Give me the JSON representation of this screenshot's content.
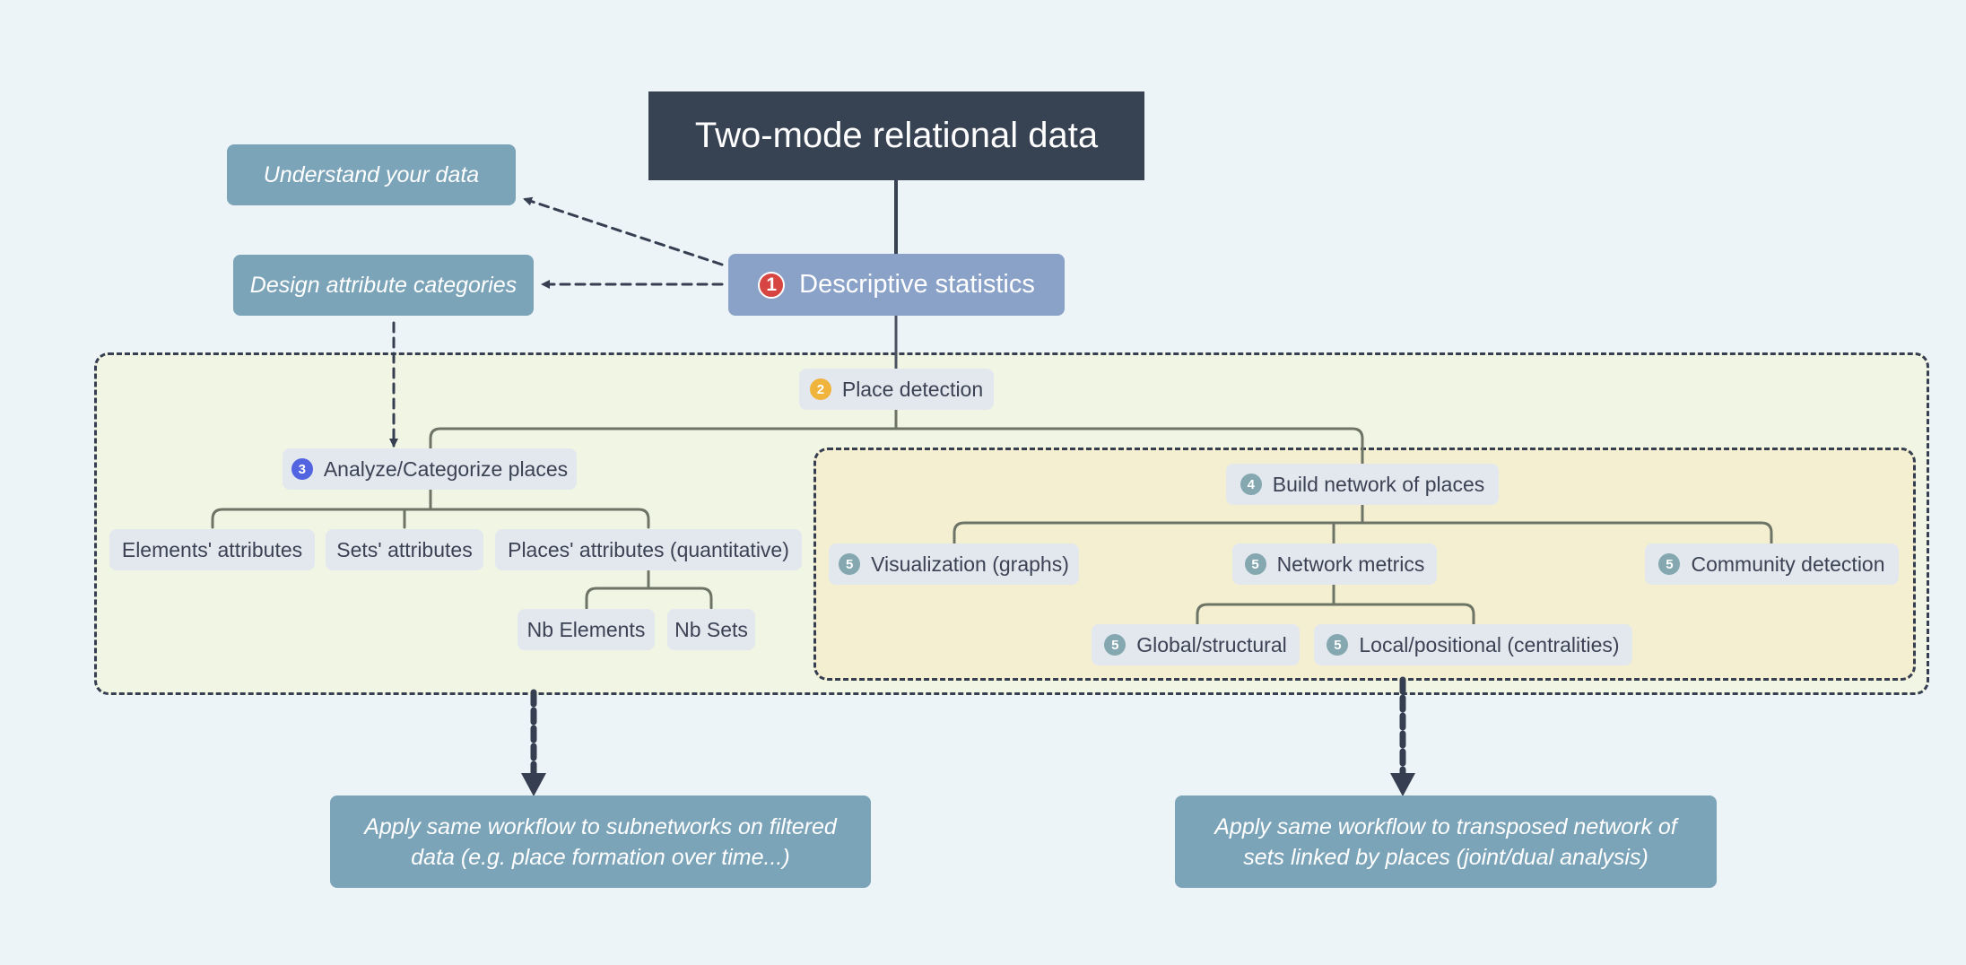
{
  "title": "Two-mode relational data",
  "steps": {
    "descriptive": {
      "badge": "1",
      "label": "Descriptive statistics"
    },
    "place_detection": {
      "badge": "2",
      "label": "Place detection"
    },
    "analyze": {
      "badge": "3",
      "label": "Analyze/Categorize places"
    },
    "build_network": {
      "badge": "4",
      "label": "Build network of places"
    },
    "visualization": {
      "badge": "5",
      "label": "Visualization (graphs)"
    },
    "network_metrics": {
      "badge": "5",
      "label": "Network metrics"
    },
    "community": {
      "badge": "5",
      "label": "Community detection"
    },
    "global": {
      "badge": "5",
      "label": "Global/structural"
    },
    "local": {
      "badge": "5",
      "label": "Local/positional (centralities)"
    }
  },
  "attributes": {
    "elements": "Elements' attributes",
    "sets": "Sets' attributes",
    "places": "Places' attributes (quantitative)",
    "nb_elements": "Nb Elements",
    "nb_sets": "Nb Sets"
  },
  "side_notes": {
    "understand": "Understand your data",
    "design": "Design attribute categories"
  },
  "bottom_notes": {
    "left_line1": "Apply same workflow to subnetworks on filtered",
    "left_line2": "data (e.g. place formation over time...)",
    "right_line1": "Apply same workflow to transposed network of",
    "right_line2": "sets linked by places (joint/dual analysis)"
  },
  "colors": {
    "background": "#edf4f7",
    "title_box": "#374253",
    "step1_box": "#8aa2c8",
    "note_box": "#7ba4b9",
    "chip": "#e3e8ef",
    "outer_region": "#f1f5e3",
    "inner_region": "#f4efd1",
    "badge_1": "#d64541",
    "badge_2": "#f0b43c",
    "badge_3": "#5264e0",
    "badge_4_5": "#84a7b0",
    "connector": "#6d7466"
  }
}
